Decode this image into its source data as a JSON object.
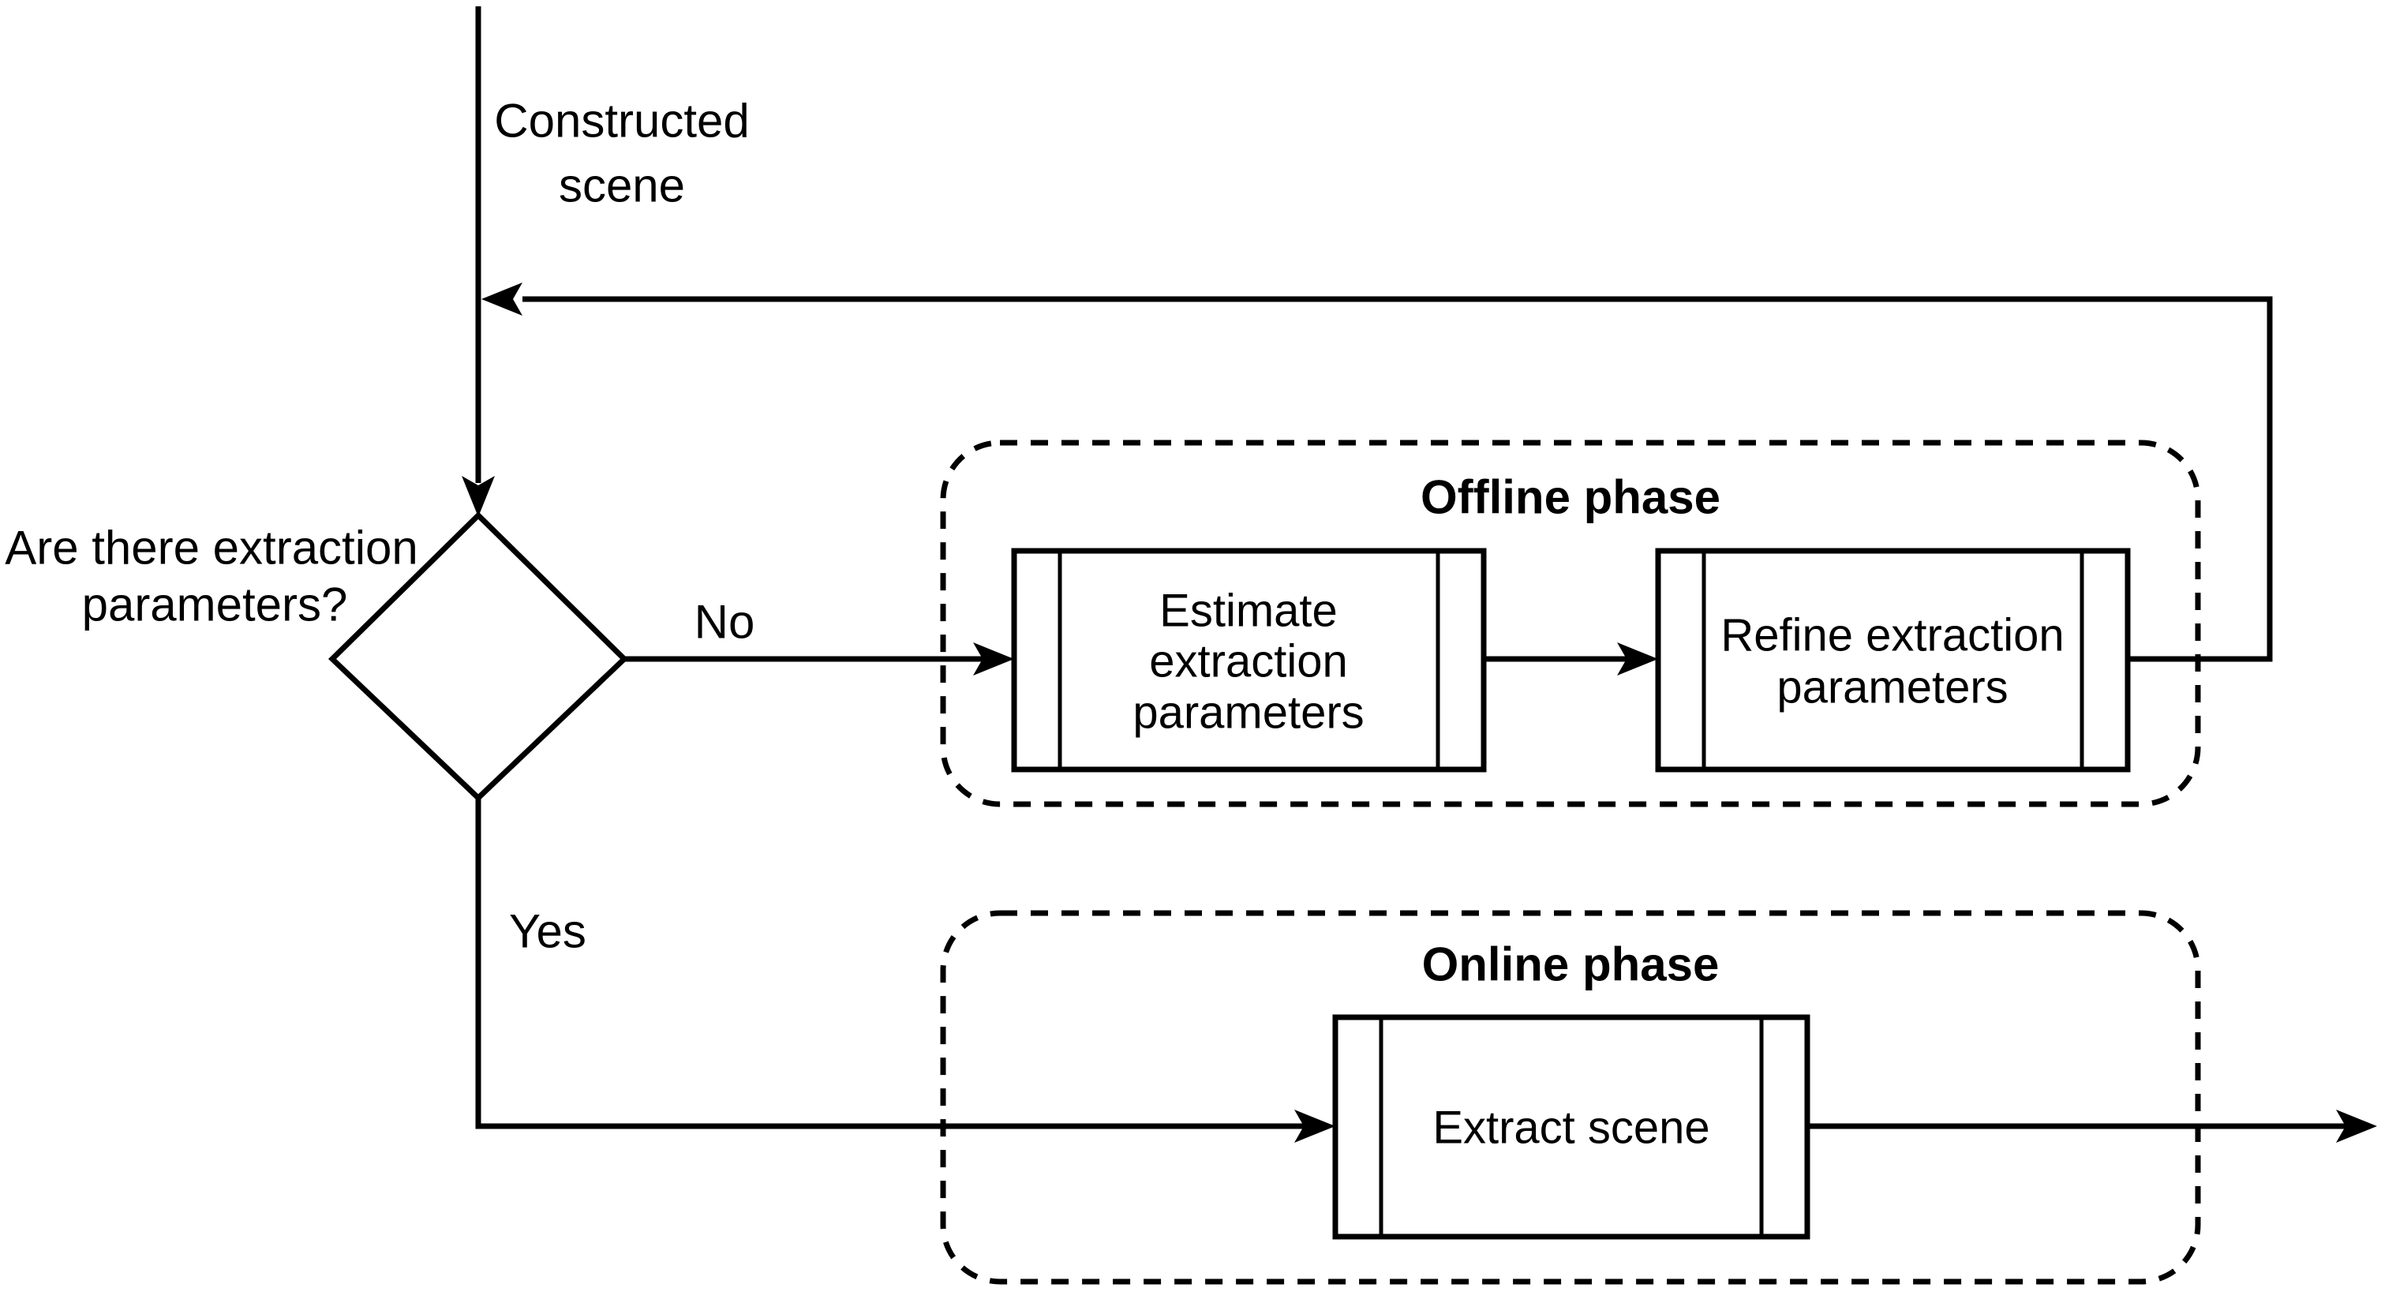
{
  "colors": {
    "ink": "#000000",
    "background": "#ffffff"
  },
  "diagram": {
    "input_label": {
      "line1": "Constructed",
      "line2": "scene"
    },
    "decision": {
      "question_line1": "Are there extraction",
      "question_line2": "parameters?",
      "branch_no": "No",
      "branch_yes": "Yes"
    },
    "offline": {
      "title": "Offline phase",
      "estimate_step": {
        "line1": "Estimate",
        "line2": "extraction",
        "line3": "parameters"
      },
      "refine_step": {
        "line1": "Refine extraction",
        "line2": "parameters"
      }
    },
    "online": {
      "title": "Online phase",
      "extract_step": {
        "line1": "Extract scene"
      }
    }
  }
}
